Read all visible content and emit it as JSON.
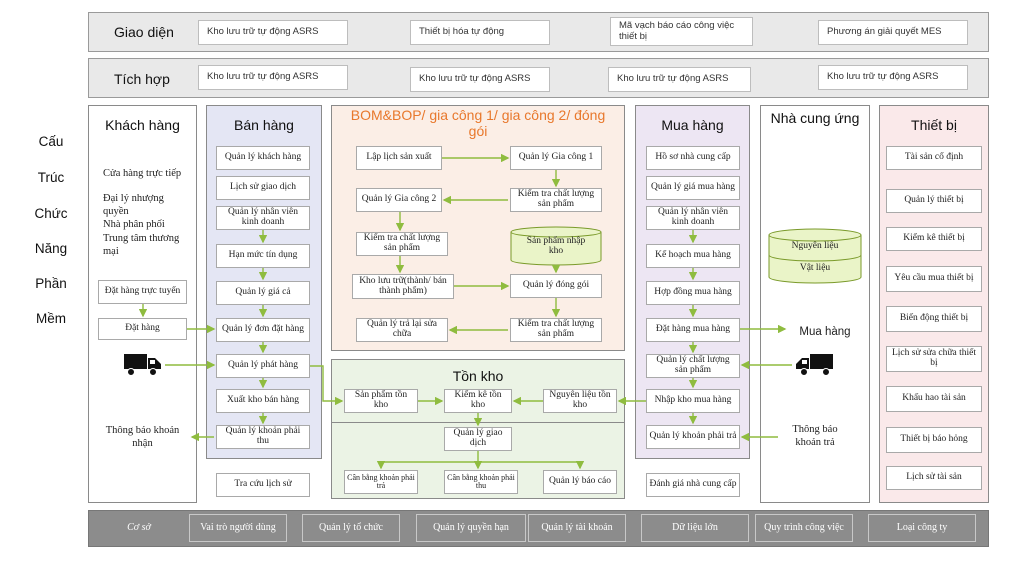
{
  "top_bands": {
    "interface": {
      "label": "Giao diện",
      "chips": [
        "Kho lưu trữ tự động ASRS",
        "Thiết bị hóa tự động",
        "Mã vạch báo cáo công việc thiết bị",
        "Phương án giải quyết MES"
      ]
    },
    "integration": {
      "label": "Tích hợp",
      "chips": [
        "Kho lưu trữ tự động ASRS",
        "Kho lưu trữ tự động ASRS",
        "Kho lưu trữ tự động ASRS",
        "Kho lưu trữ tự động ASRS"
      ]
    }
  },
  "side_label": [
    "Cấu",
    "Trúc",
    "Chức",
    "Năng",
    "Phần",
    "Mềm"
  ],
  "customer": {
    "title": "Khách hàng",
    "channels": [
      "Cửa hàng trực tiếp",
      "Đại lý nhượng quyền",
      "Nhà phân phối",
      "Trung tâm thương mại"
    ],
    "order_request": "Đặt hàng trực tuyến",
    "order": "Đặt hàng",
    "notice": "Thông báo khoản nhận"
  },
  "sales": {
    "title": "Bán hàng",
    "items": [
      "Quản lý khách hàng",
      "Lịch sử giao dịch",
      "Quản lý nhân viên kinh doanh",
      "Hạn mức tín dụng",
      "Quản lý giá cả",
      "Quản lý đơn đặt hàng",
      "Quản lý phát hàng",
      "Xuất kho bán hàng",
      "Quản lý khoản phải thu"
    ],
    "extra": "Tra cứu lịch sử"
  },
  "bom": {
    "title": "BOM&BOP/ gia công 1/ gia công 2/ đóng gói",
    "left": [
      "Lập lịch sản xuất",
      "Quản lý Gia công 2",
      "Kiểm tra chất lượng sản phẩm",
      "Kho lưu trữ(thành/ bán thành phẩm)",
      "Quản lý trả lại sửa chữa"
    ],
    "right": [
      "Quản lý Gia công 1",
      "Kiểm tra chất lượng sản phẩm",
      "Quản lý đóng gói",
      "Kiểm tra chất lượng sản phẩm"
    ],
    "store": "Sản phẩm nhập kho"
  },
  "inventory": {
    "title": "Tồn kho",
    "row": [
      "Sản phẩm tồn kho",
      "Kiểm kê tồn kho",
      "Nguyên liệu tồn kho"
    ],
    "trans": "Quản lý giao dịch",
    "bottom": [
      "Cân bằng khoản phải trả",
      "Cân bằng khoản phải thu",
      "Quản lý báo cáo"
    ]
  },
  "purchase": {
    "title": "Mua hàng",
    "items": [
      "Hồ sơ nhà cung cấp",
      "Quản lý giá mua hàng",
      "Quản lý nhân viên kinh doanh",
      "Kế hoạch mua hàng",
      "Hợp đồng mua hàng",
      "Đặt hàng mua hàng",
      "Quản lý chất lượng sản phẩm",
      "Nhập kho mua hàng",
      "Quản lý khoản phải trả"
    ],
    "extra": "Đánh giá nhà cung cấp"
  },
  "supplier": {
    "title": "Nhà cung ứng",
    "db": [
      "Nguyên liệu",
      "Vật liệu"
    ],
    "buy": "Mua hàng",
    "notice": "Thông báo khoản trả"
  },
  "equipment": {
    "title": "Thiết bị",
    "items": [
      "Tài sản cố định",
      "Quản lý thiết bị",
      "Kiểm kê thiết bị",
      "Yêu cầu mua thiết bị",
      "Biến động thiết bị",
      "Lịch sử sửa chữa thiết bị",
      "Khấu hao tài sản",
      "Thiết bị báo hỏng",
      "Lịch sử tài sản"
    ]
  },
  "base": {
    "label": "Cơ sở",
    "items": [
      "Vai trò người dùng",
      "Quản lý tổ chức",
      "Quản lý quyền hạn",
      "Quản lý tài khoản",
      "Dữ liệu lớn",
      "Quy trình công việc",
      "Loại công ty"
    ]
  },
  "colors": {
    "sales_bg": "#e4e6f4",
    "bom_bg": "#fbeee6",
    "bom_title": "#e8782c",
    "inventory_bg": "#ebf3e5",
    "purchase_bg": "#ede6f3",
    "equipment_bg": "#fae9ea",
    "arrow": "#8fbc3f"
  }
}
